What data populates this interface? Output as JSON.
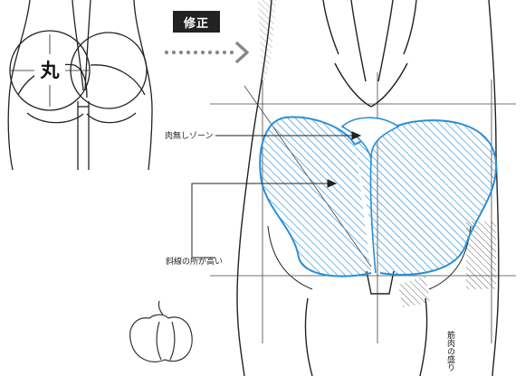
{
  "labels": {
    "correction_tag": "修正",
    "round_mark": "丸",
    "fleshless_zone": "肉無しゾーン",
    "hatch_high": "斜線の所が高い",
    "muscle_bulge": "筋肉の盛り"
  },
  "icons": {
    "arrow": "dotted-right-arrow-icon",
    "pepper": "bell-pepper-icon"
  },
  "colors": {
    "outline": "#2a8fd6",
    "ink": "#222222",
    "arrow": "#888888"
  }
}
